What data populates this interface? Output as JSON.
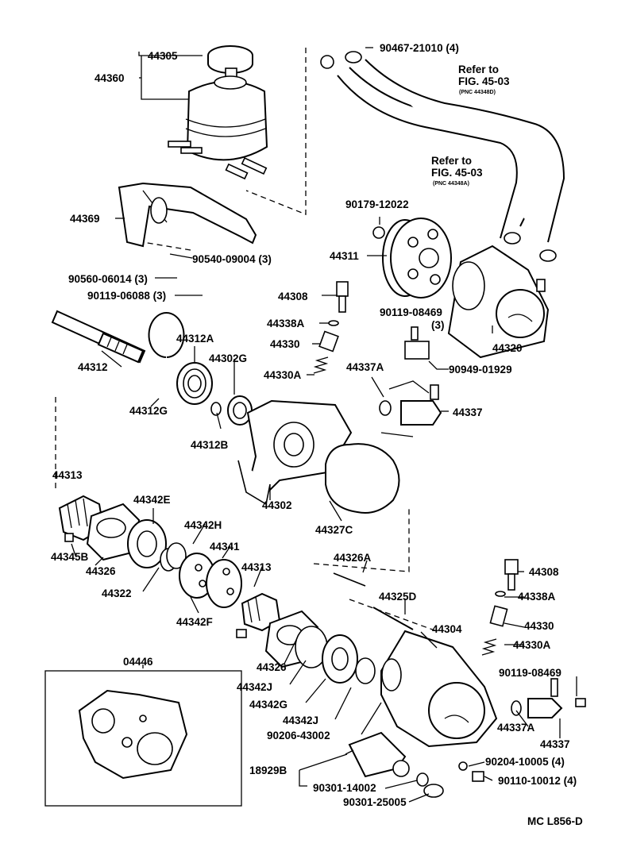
{
  "labels": {
    "p44305": "44305",
    "p44360": "44360",
    "p90467": "90467-21010 (4)",
    "ref1_a": "Refer to",
    "ref1_b": "FIG. 45-03",
    "ref1_c": "(PNC 44348D)",
    "ref2_a": "Refer to",
    "ref2_b": "FIG. 45-03",
    "ref2_c": "(PNC 44348A)",
    "p44369": "44369",
    "p90179": "90179-12022",
    "p44311": "44311",
    "p90540": "90540-09004 (3)",
    "p90560": "90560-06014 (3)",
    "p90119a": "90119-06088 (3)",
    "p44308a": "44308",
    "p44338Aa": "44338A",
    "p44330a": "44330",
    "p44330Aa": "44330A",
    "p90119b": "90119-08469",
    "p90119b_q": "(3)",
    "p44320": "44320",
    "p90949": "90949-01929",
    "p44312": "44312",
    "p44312A": "44312A",
    "p44302G": "44302G",
    "p44312G": "44312G",
    "p44312B": "44312B",
    "p44337Aa": "44337A",
    "p44337a": "44337",
    "p44302": "44302",
    "p44327C": "44327C",
    "p44313a": "44313",
    "p44342E": "44342E",
    "p44342H": "44342H",
    "p44341": "44341",
    "p44313b": "44313",
    "p44345B": "44345B",
    "p44326a": "44326",
    "p44322": "44322",
    "p44342F": "44342F",
    "p44326A": "44326A",
    "p44325D": "44325D",
    "p44308b": "44308",
    "p44338Ab": "44338A",
    "p44330b": "44330",
    "p44330Ab": "44330A",
    "p44304": "44304",
    "p90119c": "90119-08469",
    "p44337Ab": "44337A",
    "p44337b": "44337",
    "p04446": "04446",
    "p44326b": "44326",
    "p44342Ja": "44342J",
    "p44342G": "44342G",
    "p44342Jb": "44342J",
    "p90206": "90206-43002",
    "p18929B": "18929B",
    "p90204": "90204-10005 (4)",
    "p90301a": "90301-14002",
    "p90110": "90110-10012 (4)",
    "p90301b": "90301-25005",
    "footer": "MC  L856-D"
  }
}
